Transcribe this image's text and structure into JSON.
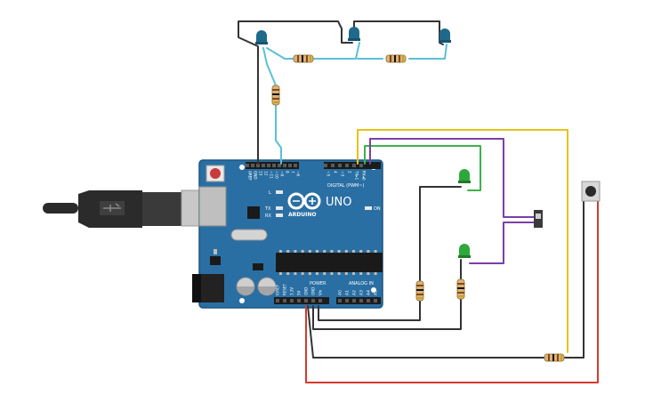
{
  "board": {
    "brand": "ARDUINO",
    "model": "UNO",
    "on_label": "ON",
    "digital_header": "DIGITAL (PWM~)",
    "power_header": "POWER",
    "analog_header": "ANALOG IN",
    "l_label": "L",
    "tx_label": "TX",
    "rx_label": "RX",
    "digital_pins": [
      "AREF",
      "GND",
      "13",
      "12",
      "~11",
      "~10",
      "~9",
      "8",
      "7",
      "~6",
      "~5",
      "4",
      "~3",
      "2",
      "TX▸1",
      "RX◂0"
    ],
    "power_pins": [
      "IOREF",
      "RESET",
      "3.3V",
      "5V",
      "GND",
      "GND",
      "Vin"
    ],
    "analog_pins": [
      "A0",
      "A1",
      "A2",
      "A3",
      "A4",
      "A5"
    ]
  },
  "colors": {
    "board": "#2a6fa3",
    "board_dark": "#1d5580",
    "wire_black": "#333333",
    "wire_cyan": "#5bc0d6",
    "wire_green": "#3fb24a",
    "wire_purple": "#7b3fa6",
    "wire_yellow": "#e8c21a",
    "wire_red": "#d53a2f",
    "led_blue": "#1f6a8a",
    "led_green": "#2ea83a"
  }
}
